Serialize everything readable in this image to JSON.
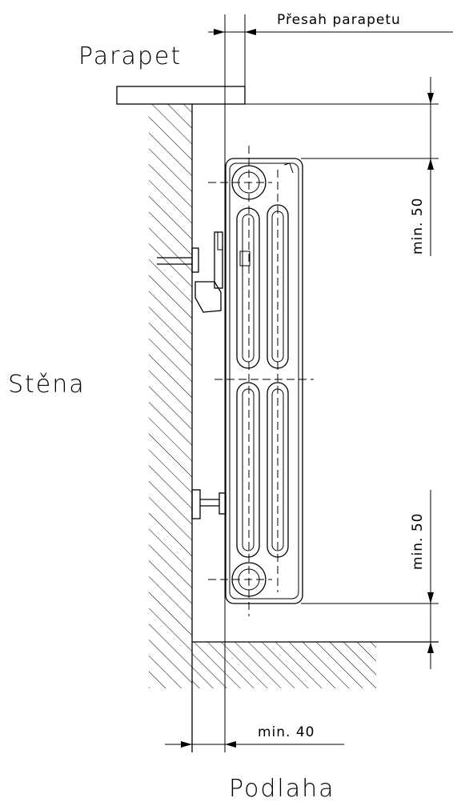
{
  "labels": {
    "parapet": "Parapet",
    "overhang": "Přesah parapetu",
    "wall": "Stěna",
    "floor": "Podlaha"
  },
  "dimensions": {
    "top_gap": "min. 50",
    "bottom_gap": "min. 50",
    "wall_gap": "min. 40"
  },
  "colors": {
    "line": "#000000",
    "background": "#ffffff"
  }
}
